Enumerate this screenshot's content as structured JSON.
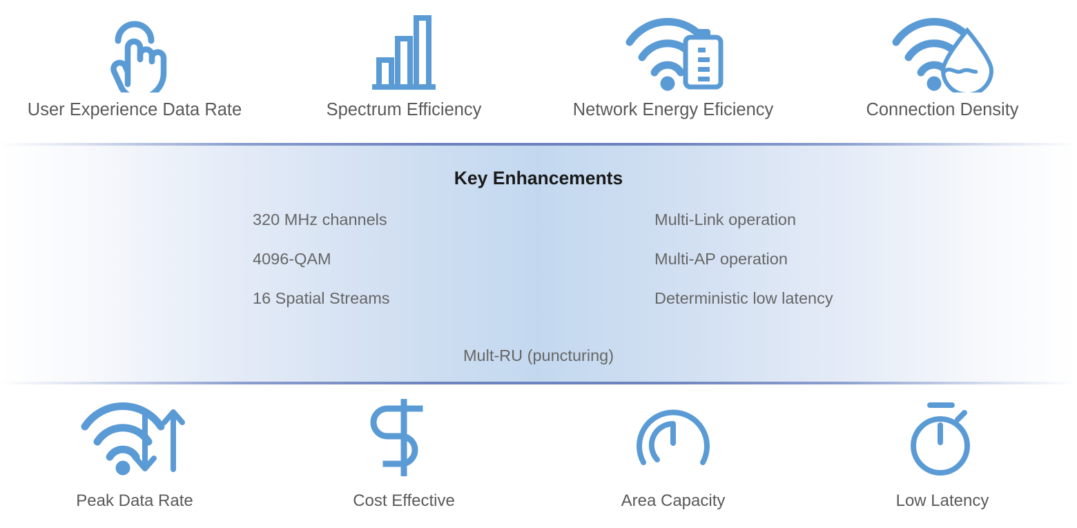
{
  "accent_color": "#5b9bd5",
  "label_color": "#595959",
  "band": {
    "title": "Key Enhancements",
    "left_items": [
      "320 MHz channels",
      "4096-QAM",
      "16 Spatial Streams"
    ],
    "right_items": [
      "Multi-Link operation",
      "Multi-AP operation",
      "Deterministic low latency"
    ],
    "footer": "Mult-RU (puncturing)",
    "border_color": "#6d83bf",
    "fill_color": "#c3d8ef"
  },
  "top_row": [
    {
      "label": "User Experience Data Rate",
      "icon": "tap-hand-icon"
    },
    {
      "label": "Spectrum Efficiency",
      "icon": "bar-chart-icon"
    },
    {
      "label": "Network Energy Eficiency",
      "icon": "wifi-battery-icon"
    },
    {
      "label": "Connection Density",
      "icon": "wifi-droplet-icon"
    }
  ],
  "bottom_row": [
    {
      "label": "Peak Data Rate",
      "icon": "wifi-updown-arrows-icon"
    },
    {
      "label": "Cost Effective",
      "icon": "dollar-sign-icon"
    },
    {
      "label": "Area Capacity",
      "icon": "gauge-icon"
    },
    {
      "label": "Low Latency",
      "icon": "stopwatch-icon"
    }
  ]
}
